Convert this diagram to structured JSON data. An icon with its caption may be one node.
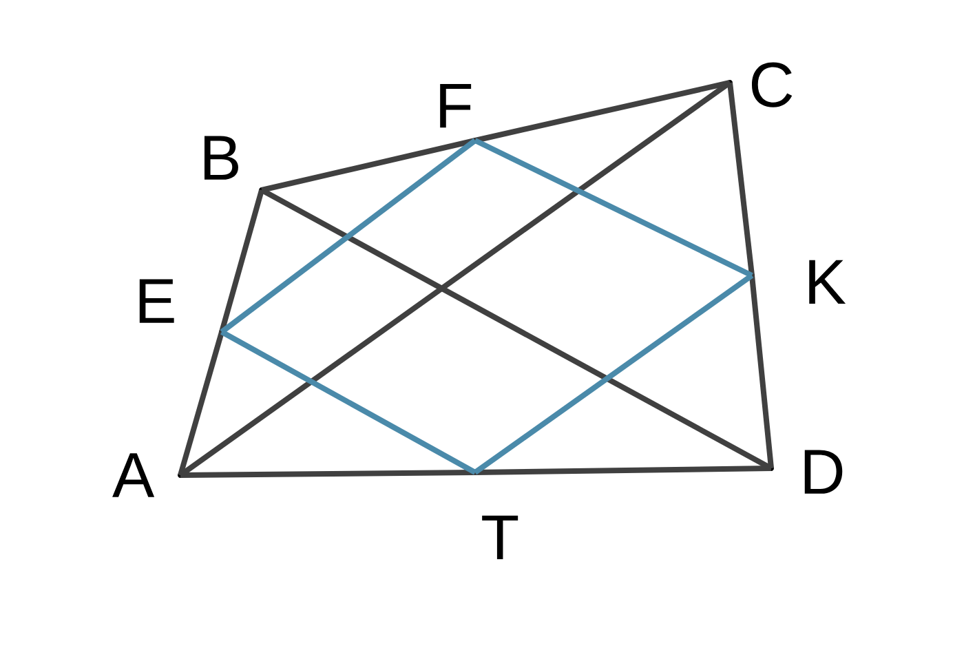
{
  "diagram": {
    "nodes": [
      {
        "text": [
          "A"
        ]
      },
      {
        "text": [
          "B"
        ]
      },
      {
        "text": [
          "C"
        ]
      },
      {
        "text": [
          "D"
        ]
      },
      {
        "text": [
          "E"
        ]
      },
      {
        "text": [
          "F"
        ]
      },
      {
        "text": [
          "K"
        ]
      },
      {
        "text": [
          "T"
        ]
      }
    ],
    "edges": [
      {
        "from": 0,
        "to": 4,
        "arrow": "none"
      },
      {
        "from": 4,
        "to": 1,
        "arrow": "none"
      },
      {
        "from": 1,
        "to": 5,
        "arrow": "none"
      },
      {
        "from": 5,
        "to": 2,
        "arrow": "none"
      },
      {
        "from": 2,
        "to": 6,
        "arrow": "none"
      },
      {
        "from": 6,
        "to": 3,
        "arrow": "none"
      },
      {
        "from": 3,
        "to": 7,
        "arrow": "none"
      },
      {
        "from": 7,
        "to": 0,
        "arrow": "none"
      },
      {
        "from": 0,
        "to": 2,
        "arrow": "none"
      },
      {
        "from": 1,
        "to": 3,
        "arrow": "none"
      },
      {
        "from": 4,
        "to": 5,
        "arrow": "none",
        "color": "#4a8aaa"
      },
      {
        "from": 5,
        "to": 6,
        "arrow": "none",
        "color": "#4a8aaa"
      },
      {
        "from": 6,
        "to": 7,
        "arrow": "none",
        "color": "#4a8aaa"
      },
      {
        "from": 7,
        "to": 4,
        "arrow": "none",
        "color": "#4a8aaa"
      }
    ]
  }
}
